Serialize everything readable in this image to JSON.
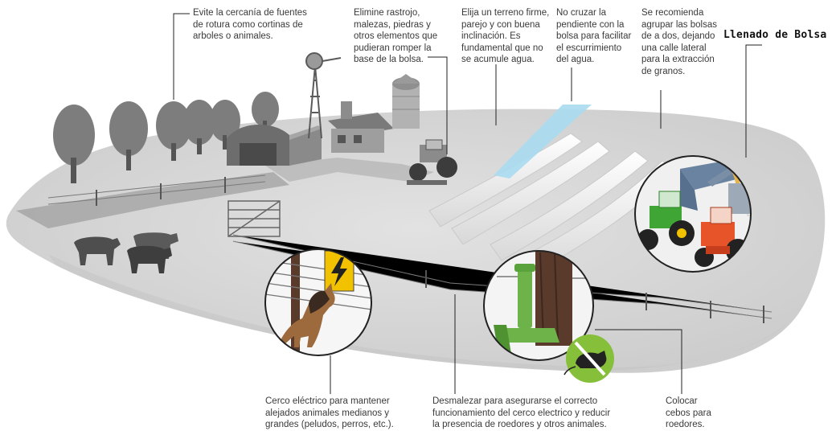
{
  "title": "Llenado de Bolsa",
  "notes": {
    "windbreak": "Evite la cercanía de fuentes de rotura como cortinas de arboles o animales.",
    "clear_debris": "Elimine rastrojo, malezas, piedras y otros elementos que pudieran romper la base de la bolsa.",
    "terrain": "Elija un terreno firme, parejo y con buena inclinación. Es fundamental que no se acumule agua.",
    "slope": "No cruzar la pendiente con la bolsa para facilitar el escurrimiento del agua.",
    "pairing": "Se recomienda agrupar las bolsas de a dos, dejando una calle lateral para la extracción de granos.",
    "fence": "Cerco eléctrico para mantener alejados animales medianos y grandes (peludos, perros, etc.).",
    "weeding": "Desmalezar para asegurarse el correcto funcionamiento del cerco electrico y reducir la presencia de roedores y otros animales.",
    "bait": "Colocar cebos para roedores."
  },
  "icons": [
    "tree-icon",
    "windmill-icon",
    "silo-icon",
    "barn-icon",
    "house-icon",
    "tractor-icon",
    "cow-icon",
    "dog-icon",
    "lightning-warning-icon",
    "rodent-prohibited-icon",
    "gate-icon"
  ],
  "colors": {
    "ground": "#d9d9d9",
    "bags": "#f4f4f4",
    "tractor_green": "#3fa535",
    "tractor_orange": "#e8542a",
    "warning_yellow": "#f2c200",
    "prohibit_green": "#86bf3a",
    "stake_green": "#6db34a",
    "water_blue": "#a9dcef"
  }
}
